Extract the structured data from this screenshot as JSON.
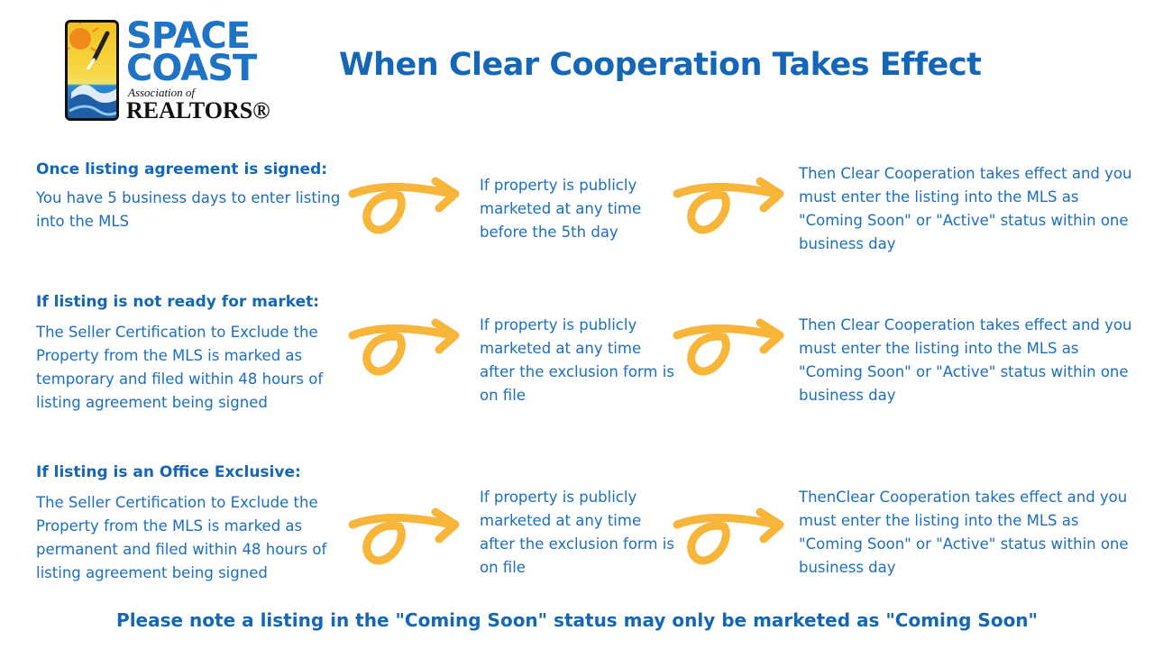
{
  "logo": {
    "line1": "SPACE",
    "line2": "COAST",
    "line3": "Association of",
    "line4": "REALTORS®"
  },
  "title": "When Clear Cooperation Takes Effect",
  "rows": [
    {
      "heading": "Once listing agreement is signed:",
      "condition": "You have 5 business days to enter listing into the MLS",
      "trigger": "If property is publicly marketed at any time before the 5th day",
      "result": "Then Clear Cooperation takes effect and you must enter the listing into the MLS as \"Coming Soon\" or \"Active\" status within one business day"
    },
    {
      "heading": "If listing is not ready for market:",
      "condition": "The Seller Certification to Exclude the Property from the MLS is marked as temporary and filed within 48 hours of listing agreement being signed",
      "trigger": "If property is publicly marketed at any time after the exclusion form is on file",
      "result": "Then Clear Cooperation takes effect and you must enter the listing into the MLS as \"Coming Soon\" or \"Active\" status within one business day"
    },
    {
      "heading": "If listing is an Office Exclusive:",
      "condition": "The Seller Certification to Exclude the Property from the MLS is marked as permanent and filed within 48 hours of listing agreement being signed",
      "trigger": "If property is publicly marketed at any time after the exclusion form is on file",
      "result": "ThenClear Cooperation takes effect and you must enter the listing into the MLS as \"Coming Soon\" or \"Active\" status within one business day"
    }
  ],
  "footer": "Please note a listing in the \"Coming Soon\" status may only be marketed as \"Coming Soon\"",
  "colors": {
    "blue": "#1466b6",
    "arrow": "#f7b539"
  },
  "icons": {
    "arrow": "loop-arrow-icon",
    "logo": "rocket-sun-wave-logo"
  }
}
